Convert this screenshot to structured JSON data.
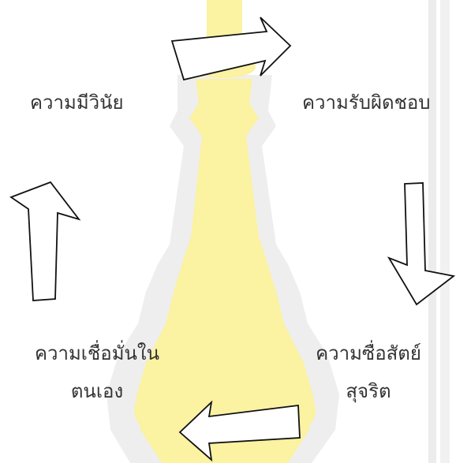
{
  "diagram": {
    "labels": {
      "top_left": "ความมีวินัย",
      "top_right": "ความรับผิดชอบ",
      "bottom_left_line1": "ความเชื่อมั่นใน",
      "bottom_left_line2": "ตนเอง",
      "bottom_right_line1": "ความซื่อสัตย์",
      "bottom_right_line2": "สุจริต"
    },
    "colors": {
      "watermark_yellow": "#fbf2a2",
      "watermark_gray": "#ececec",
      "arrow_stroke": "#111111",
      "arrow_fill": "#ffffff",
      "text": "#333333"
    }
  }
}
